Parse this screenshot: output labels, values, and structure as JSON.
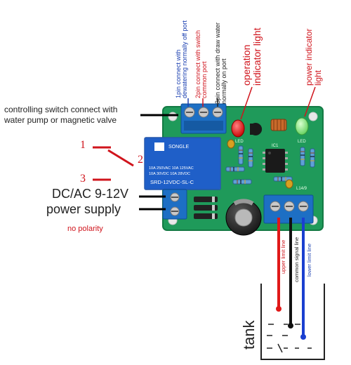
{
  "top_labels": {
    "pin1": [
      "1pin connect with",
      "dewatering normally off port"
    ],
    "pin2": [
      "2pin connect with switch",
      "common port"
    ],
    "pin3": [
      "3pin connect with draw water",
      "normally on port"
    ],
    "operation": [
      "operation",
      "indicator light"
    ],
    "power": [
      "power indicator",
      "light"
    ]
  },
  "left_labels": {
    "switch_desc": [
      "controlling switch connect with",
      "water pump or magnetic valve"
    ],
    "num1": "1",
    "num2": "2",
    "num3": "3",
    "supply_voltage": "DC/AC 9-12V",
    "supply_text": "power supply",
    "no_polarity": "no polarity"
  },
  "relay": {
    "brand": "SONGLE",
    "rating1": "10A 250VAC  10A 125VAC",
    "rating2": "10A  30VDC  10A  28VDC",
    "model": "SRD-12VDC-SL-C"
  },
  "board_marks": {
    "led_left": "LED",
    "led_right": "LED",
    "ic": "IC1",
    "ver": "L14/9"
  },
  "wire_labels": {
    "upper": "upper limit line",
    "common": "common signal line",
    "lower": "lower limit line"
  },
  "tank_label": "tank",
  "colors": {
    "board": "#1f9a5a",
    "terminal": "#1d6fc4",
    "red_wire": "#e01818",
    "black_wire": "#111111",
    "blue_wire": "#1a3fd0",
    "label_blue": "#1a3fb0",
    "label_red": "#d0141c"
  }
}
